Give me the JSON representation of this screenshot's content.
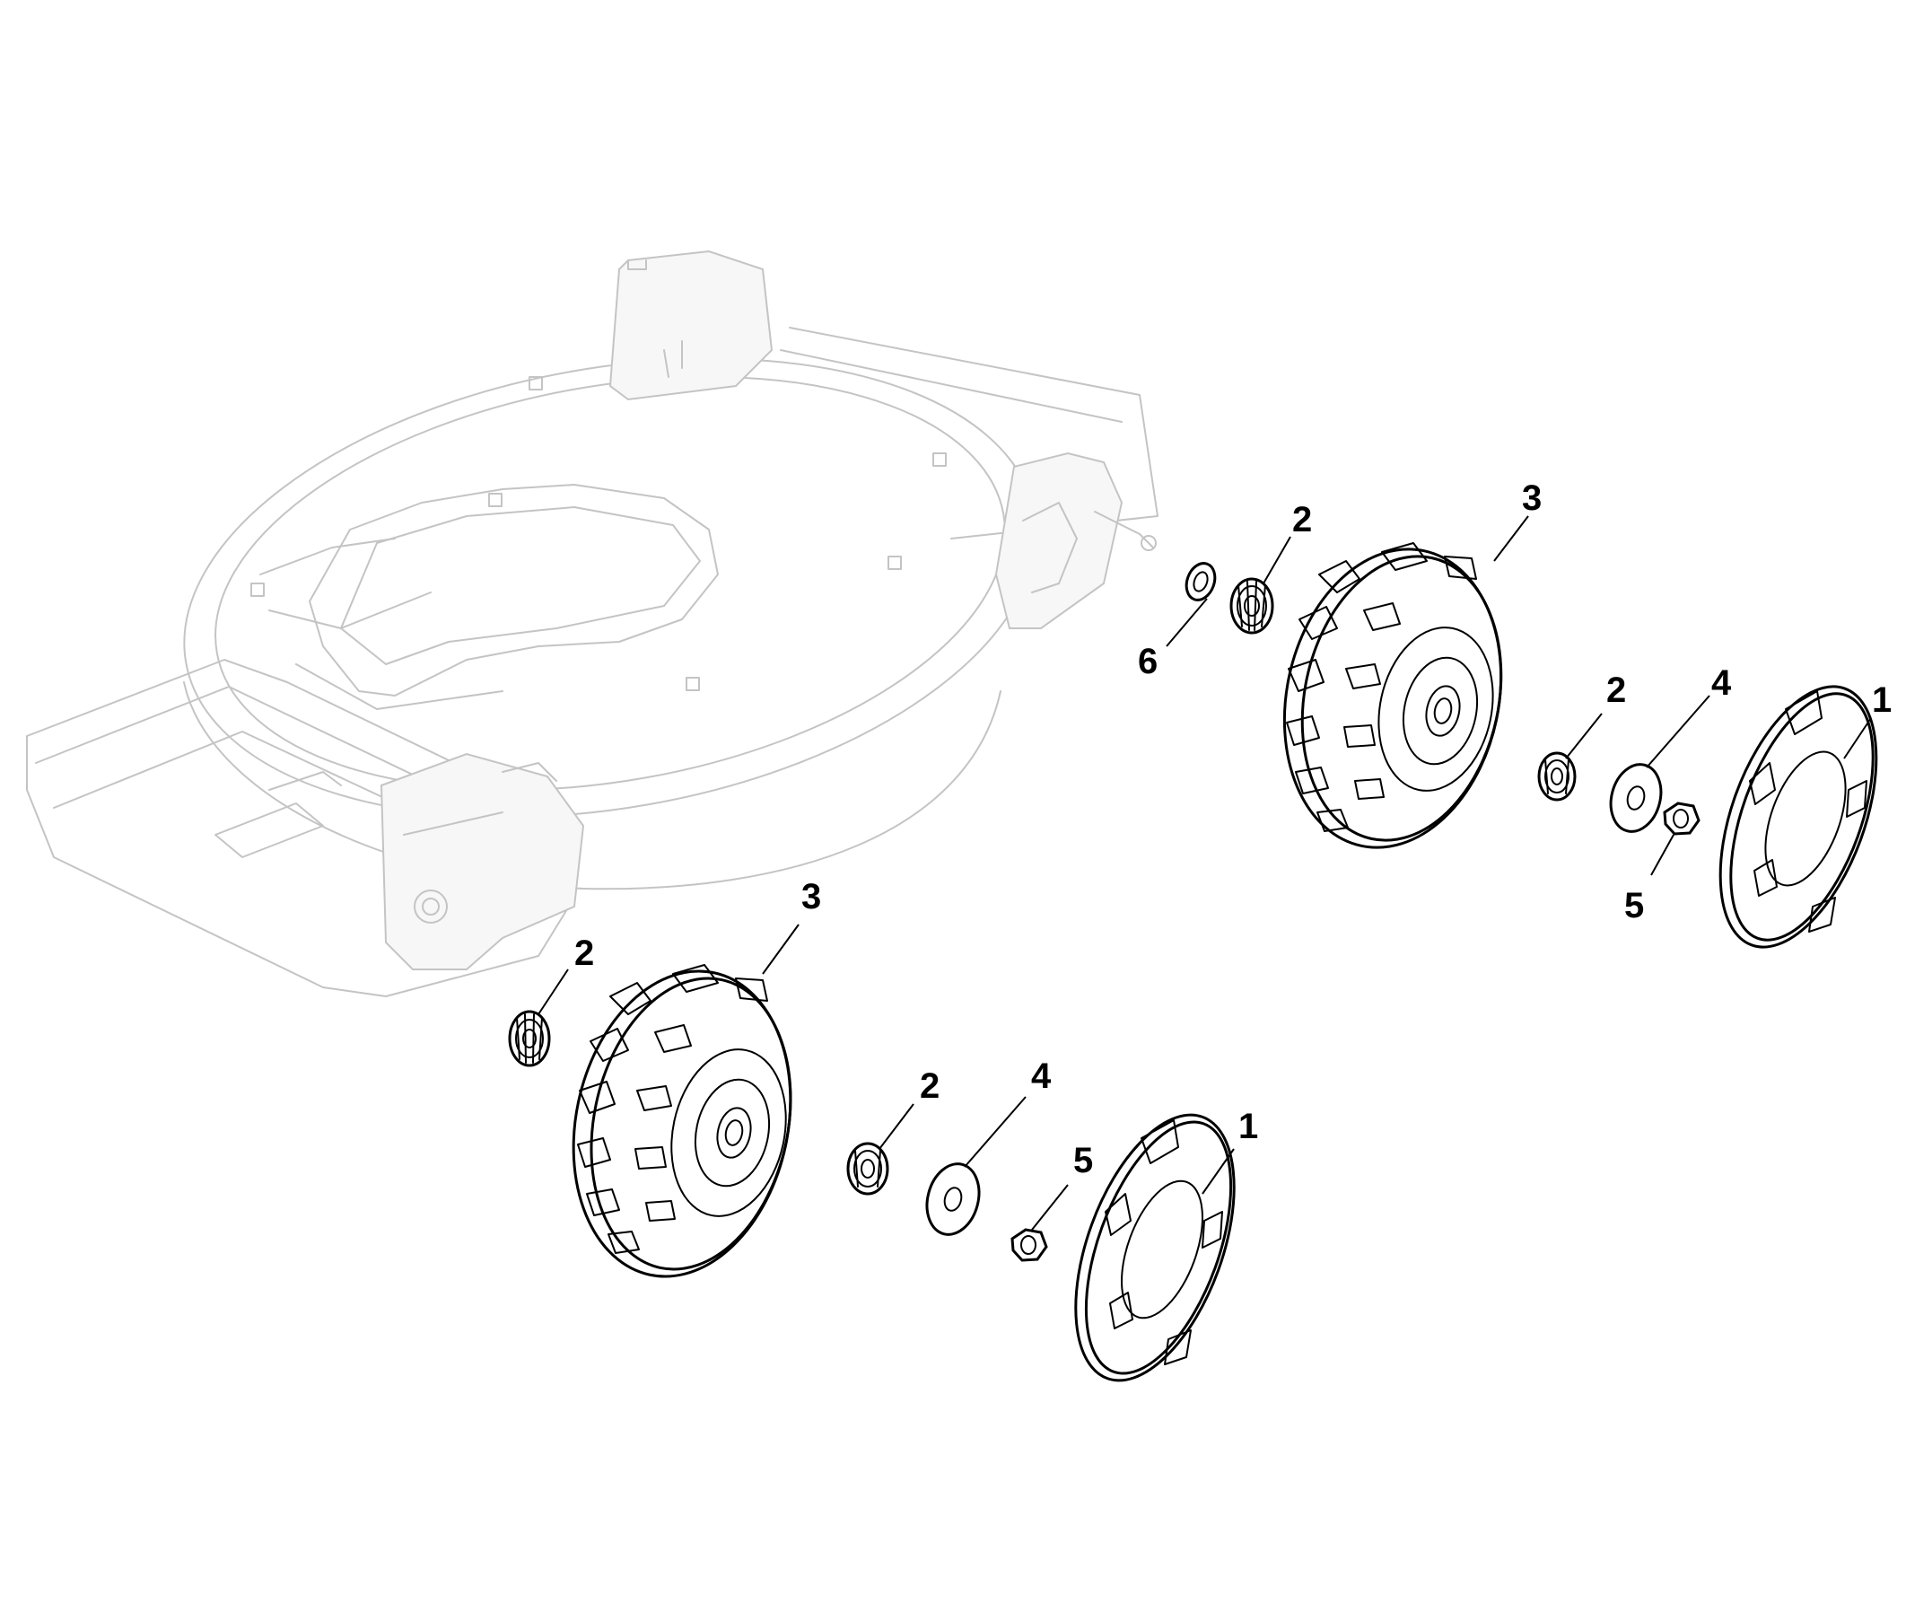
{
  "callouts": {
    "rear_cap": "1",
    "rear_bearing_outer": "2",
    "rear_bearing_inner": "2",
    "rear_wheel": "3",
    "rear_washer": "4",
    "rear_nut": "5",
    "rear_spacer": "6",
    "front_cap": "1",
    "front_bearing_outer": "2",
    "front_bearing_inner": "2",
    "front_wheel": "3",
    "front_washer": "4",
    "front_nut": "5"
  }
}
